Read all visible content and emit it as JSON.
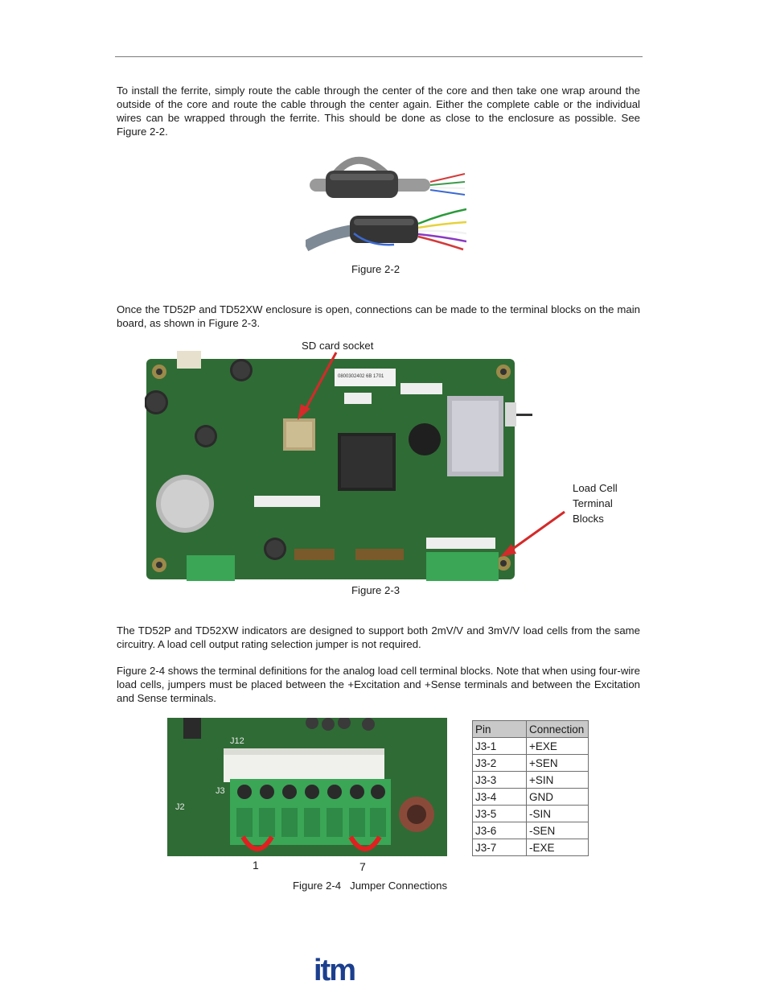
{
  "paragraphs": {
    "ferrite": "To install the ferrite, simply route the cable through the center of the core and then take one wrap around the outside of the core and route the cable through the center again. Either the complete cable or the individual wires can be wrapped through the ferrite. This should be done as close to the enclosure as possible. See Figure 2-2.",
    "enclosure": "Once the TD52P and TD52XW enclosure is open, connections can be made to the terminal blocks on the main board, as shown in Figure 2-3.",
    "circuitry": "The TD52P and TD52XW indicators are designed to support both 2mV/V and 3mV/V load cells from the same circuitry. A load cell output rating selection jumper is not required.",
    "terminals": "Figure 2-4 shows the terminal definitions for the analog load cell terminal blocks. Note that when using four-wire load cells, jumpers must be placed between the +Excitation and +Sense terminals and between the Excitation and Sense terminals."
  },
  "figures": {
    "fig22": {
      "caption": "Figure 2-2"
    },
    "fig23": {
      "caption": "Figure 2-3",
      "sd_label": "SD card socket",
      "load_cell_label": [
        "Load Cell",
        "Terminal",
        "Blocks"
      ],
      "board_sticker": "0800302402 6B 1701"
    },
    "fig24": {
      "caption": "Figure 2-4   Jumper Connections",
      "pin_first": "1",
      "pin_last": "7",
      "board_labels": {
        "j12": "J12",
        "j3": "J3",
        "j2": "J2"
      }
    }
  },
  "pin_table": {
    "headers": [
      "Pin",
      "Connection"
    ],
    "rows": [
      [
        "J3-1",
        "+EXE"
      ],
      [
        "J3-2",
        "+SEN"
      ],
      [
        "J3-3",
        "+SIN"
      ],
      [
        "J3-4",
        "GND"
      ],
      [
        "J3-5",
        "-SIN"
      ],
      [
        "J3-6",
        "-SEN"
      ],
      [
        "J3-7",
        "-EXE"
      ]
    ]
  },
  "footer": {
    "logo_text": "itm"
  },
  "colors": {
    "pcb_green": "#2f6b35",
    "terminal_green": "#3aa656",
    "arrow_red": "#d42a2a",
    "logo_blue": "#1b3f8e"
  }
}
